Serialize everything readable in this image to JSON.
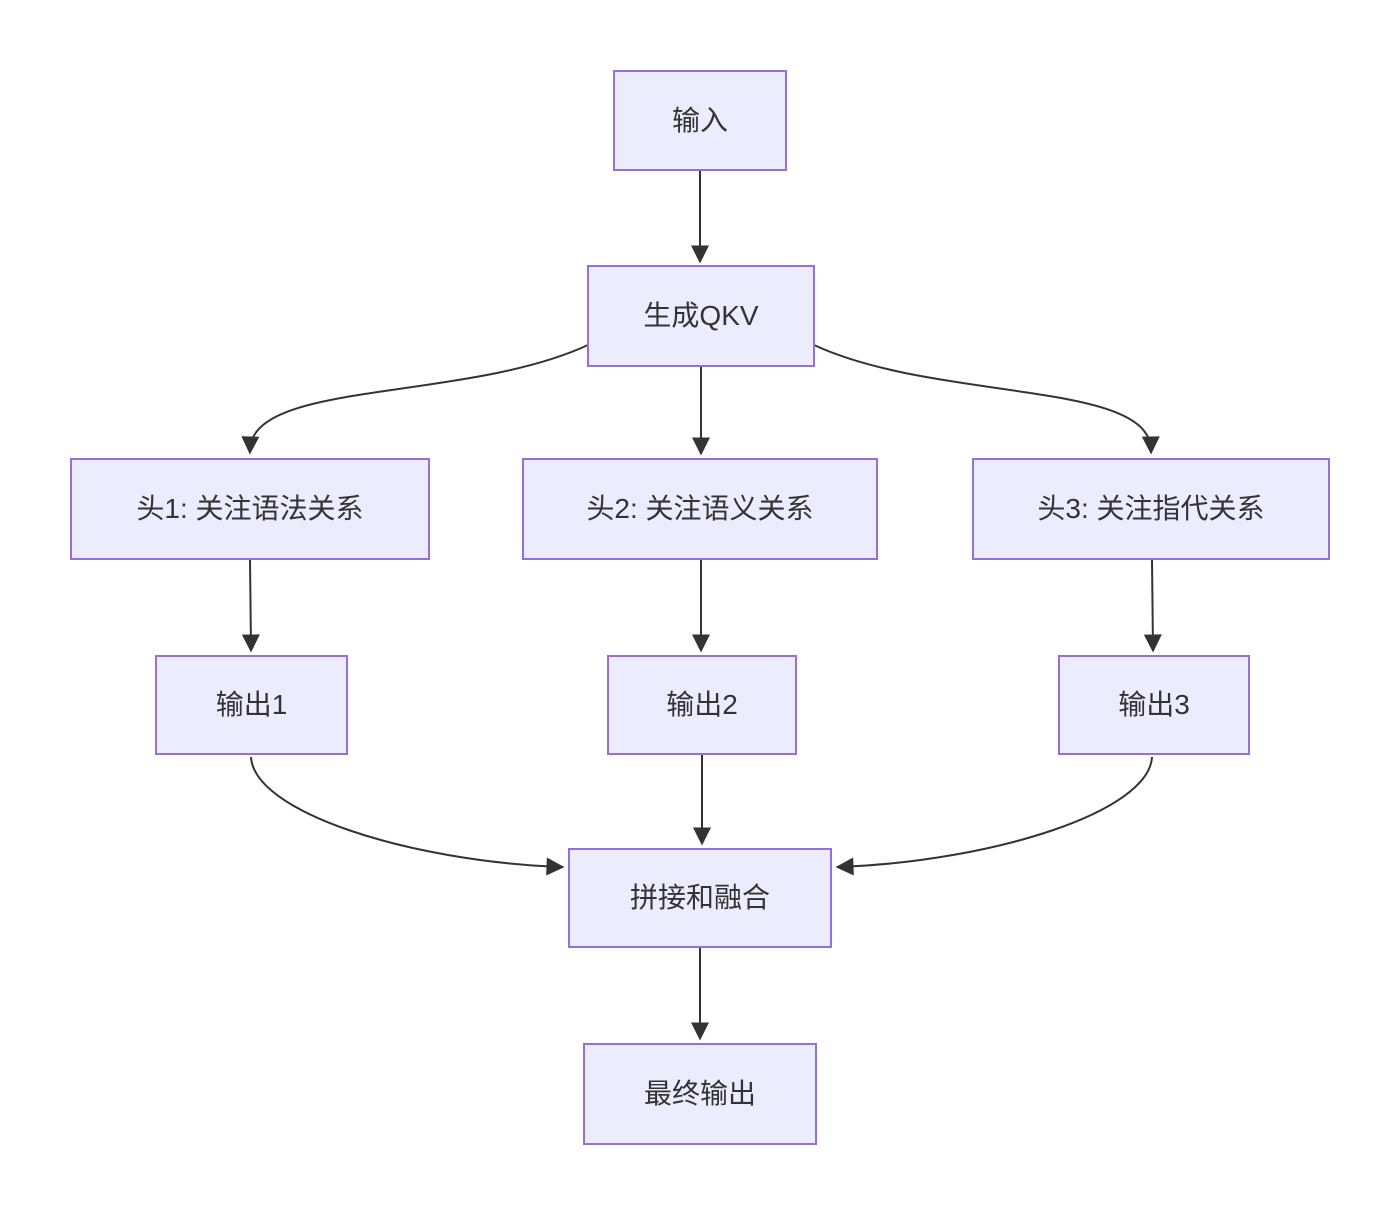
{
  "diagram": {
    "type": "flowchart",
    "colors": {
      "node_fill": "#ECECFF",
      "node_border": "#9370DB",
      "edge": "#333333",
      "text": "#333333",
      "background": "#FFFFFF"
    },
    "nodes": {
      "input": {
        "label": "输入"
      },
      "qkv": {
        "label": "生成QKV"
      },
      "head1": {
        "label": "头1: 关注语法关系"
      },
      "head2": {
        "label": "头2: 关注语义关系"
      },
      "head3": {
        "label": "头3: 关注指代关系"
      },
      "out1": {
        "label": "输出1"
      },
      "out2": {
        "label": "输出2"
      },
      "out3": {
        "label": "输出3"
      },
      "concat": {
        "label": "拼接和融合"
      },
      "final": {
        "label": "最终输出"
      }
    },
    "edges": [
      {
        "from": "input",
        "to": "qkv"
      },
      {
        "from": "qkv",
        "to": "head1"
      },
      {
        "from": "qkv",
        "to": "head2"
      },
      {
        "from": "qkv",
        "to": "head3"
      },
      {
        "from": "head1",
        "to": "out1"
      },
      {
        "from": "head2",
        "to": "out2"
      },
      {
        "from": "head3",
        "to": "out3"
      },
      {
        "from": "out1",
        "to": "concat"
      },
      {
        "from": "out2",
        "to": "concat"
      },
      {
        "from": "out3",
        "to": "concat"
      },
      {
        "from": "concat",
        "to": "final"
      }
    ]
  }
}
